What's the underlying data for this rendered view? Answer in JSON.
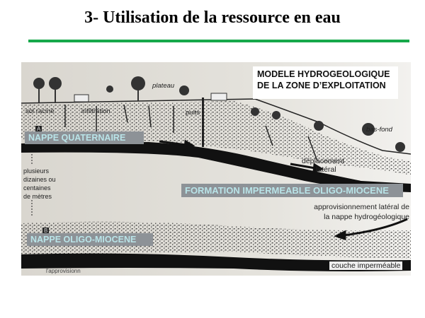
{
  "slide": {
    "title": "3- Utilisation de la ressource en eau",
    "accent_color": "#16a84a"
  },
  "diagram": {
    "model_title_line1": "MODELE HYDROGEOLOGIQUE",
    "model_title_line2": "DE LA ZONE D’EXPLOITATION",
    "labels": {
      "nappe_quaternaire": "NAPPE QUATERNAIRE",
      "formation_impermeable": "FORMATION IMPERMEABLE  OLIGO-MIOCENE",
      "nappe_oligo_miocene": "NAPPE OLIGO-MIOCENE"
    },
    "annotations": {
      "sol_racine": "sol raciné",
      "infiltration": "infiltration",
      "plateau": "plateau",
      "puits": "puits",
      "bas_fond": "bas-fond",
      "deplacement": "déplacement",
      "lateral": "latéral",
      "depth_line1": "plusieurs",
      "depth_line2": "dizaines ou",
      "depth_line3": "centaines",
      "depth_line4": "de mètres",
      "approvisionnement_line1": "approvisionnement latéral de",
      "approvisionnement_line2": "la nappe hydrogéologique",
      "couche_impermeable": "couche imperméable",
      "marker_a": "A",
      "marker_b": "B",
      "footer_fragment": "l'approvisionn"
    }
  }
}
